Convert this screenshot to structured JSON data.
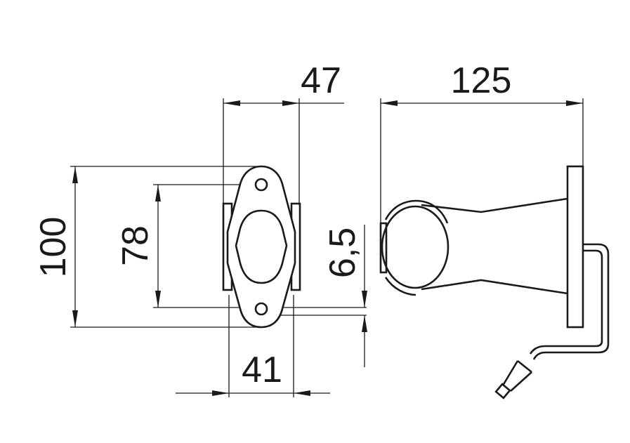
{
  "title": "Marker lamp dimension drawing",
  "dimensions": {
    "front_width": "47",
    "side_depth": "125",
    "total_height": "100",
    "hole_spacing": "78",
    "hole_offset": "6,5",
    "base_width": "41"
  },
  "colors": {
    "line": "#1a1a1a",
    "background": "#ffffff"
  }
}
